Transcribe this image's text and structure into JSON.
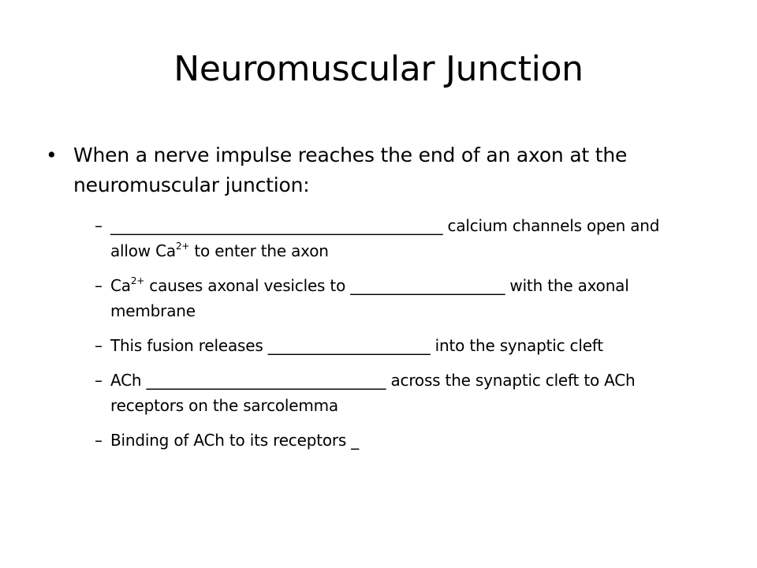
{
  "slide": {
    "title": "Neuromuscular Junction",
    "bullet": {
      "marker": "•",
      "text": "When a nerve impulse reaches the end of an axon at the neuromuscular junction:"
    },
    "sub_marker": "–",
    "items": [
      {
        "a": "___________________________________________ calcium channels open and allow Ca",
        "sup": "2+",
        "b": " to enter the axon"
      },
      {
        "a": "Ca",
        "sup": "2+",
        "b": " causes axonal vesicles to ____________________ with the axonal membrane"
      },
      {
        "a": "This fusion releases _____________________ into the synaptic cleft"
      },
      {
        "a": "ACh _______________________________ across the synaptic cleft to ACh receptors on the sarcolemma"
      },
      {
        "a": "Binding of ACh to its receptors _"
      }
    ]
  }
}
